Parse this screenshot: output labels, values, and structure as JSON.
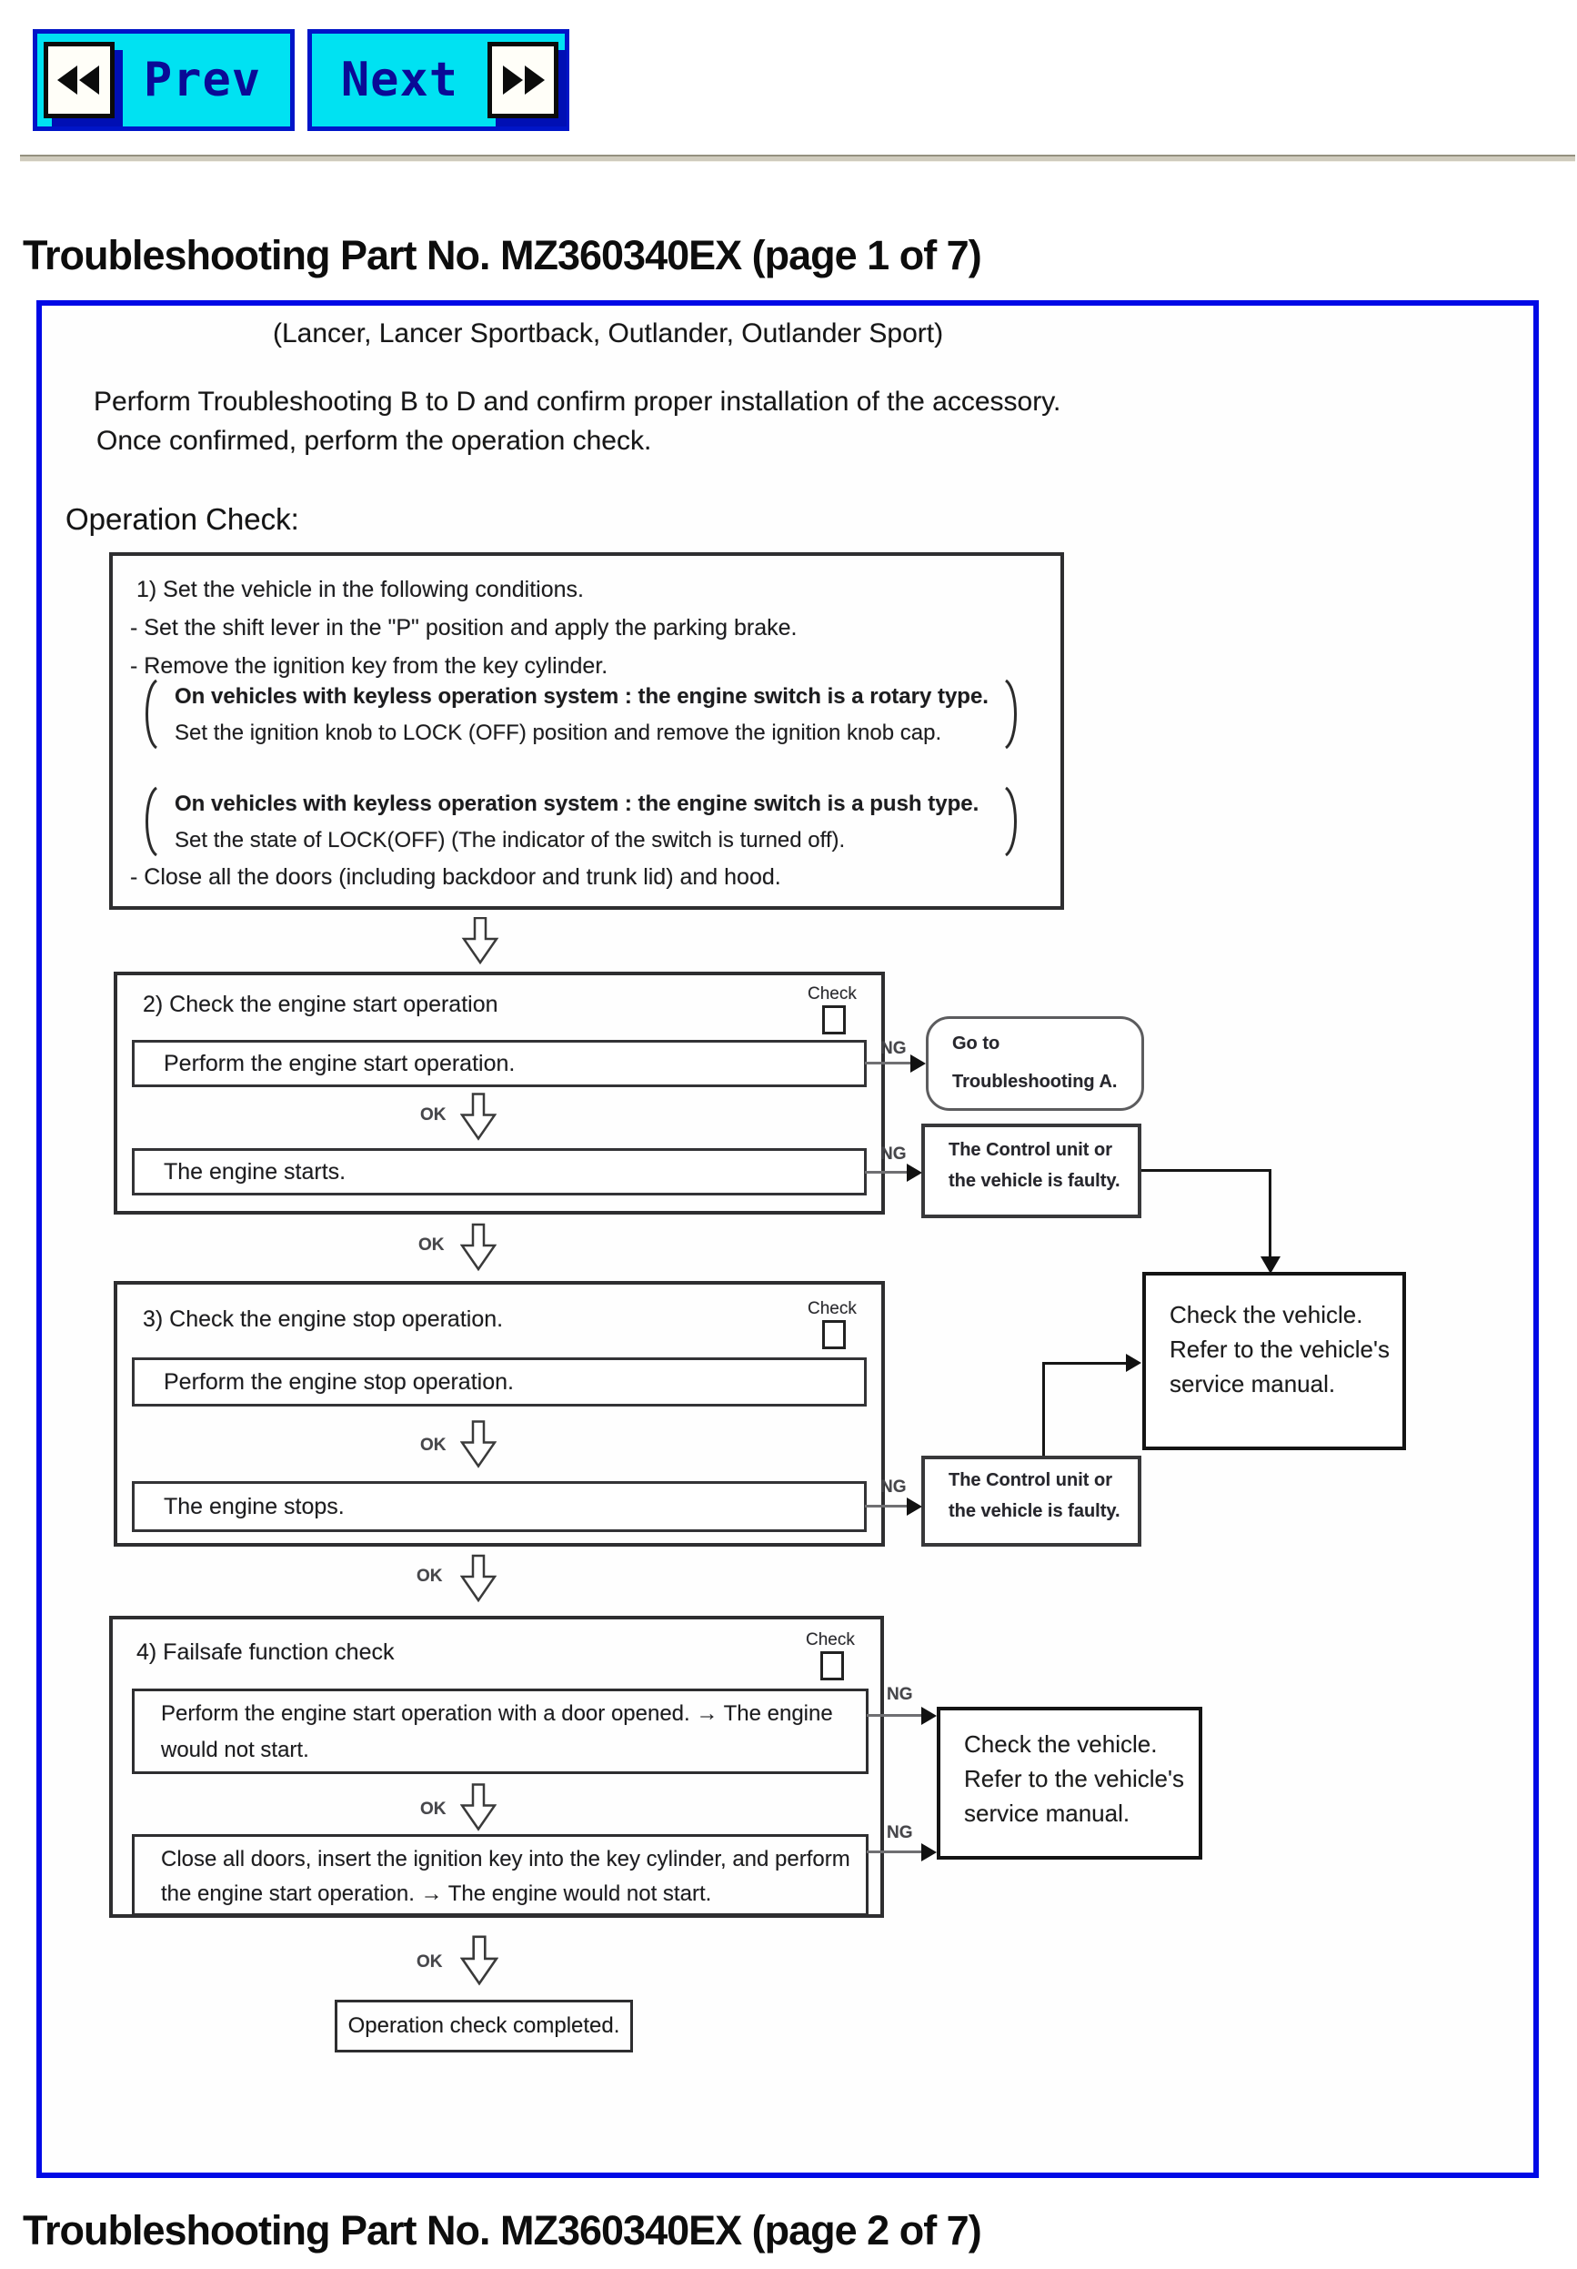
{
  "nav": {
    "prev": "Prev",
    "next": "Next"
  },
  "titles": {
    "page1": "Troubleshooting Part No. MZ360340EX (page 1 of 7)",
    "page2": "Troubleshooting Part No. MZ360340EX (page 2 of 7)"
  },
  "intro": {
    "models": "(Lancer, Lancer Sportback, Outlander, Outlander Sport)",
    "line1": "Perform Troubleshooting B to D and confirm proper installation of the accessory.",
    "line2": "Once confirmed, perform the operation check.",
    "section": "Operation Check:"
  },
  "labels": {
    "ok": "OK",
    "ng": "NG",
    "check": "Check"
  },
  "step1": {
    "title": "1) Set the vehicle in the following conditions.",
    "bullet1": "- Set the shift lever in the \"P\" position and apply the parking brake.",
    "bullet2": "- Remove the ignition key from the key cylinder.",
    "note1_bold": "On vehicles with keyless operation system : the engine switch is a rotary type.",
    "note1_text": "Set the ignition knob to LOCK (OFF) position and remove the ignition knob cap.",
    "note2_bold": "On vehicles with keyless operation system : the engine switch is a push type.",
    "note2_text": "Set the state of LOCK(OFF) (The indicator of the switch is turned off).",
    "bullet3": "- Close all the doors (including backdoor and trunk lid) and hood."
  },
  "step2": {
    "title": "2) Check the engine start operation",
    "action": "Perform the engine start operation.",
    "result": "The engine starts."
  },
  "step3": {
    "title": "3) Check the engine stop operation.",
    "action": "Perform the engine stop operation.",
    "result": "The engine stops."
  },
  "step4": {
    "title": "4) Failsafe function check",
    "action_line1": "Perform the engine start operation with a door opened. → The engine",
    "action_line2": "would not start.",
    "result_line1": "Close all doors, insert the ignition key into the key cylinder, and perform",
    "result_line2": "the engine start operation. → The engine would not start."
  },
  "outcomes": {
    "goto_line1": "Go to",
    "goto_line2": "Troubleshooting A.",
    "faulty_line1": "The Control unit or",
    "faulty_line2": "the vehicle is faulty.",
    "check_vehicle_line1": "Check the vehicle.",
    "check_vehicle_line2": "Refer to the vehicle's",
    "check_vehicle_line3": "service manual."
  },
  "completed": "Operation check completed."
}
